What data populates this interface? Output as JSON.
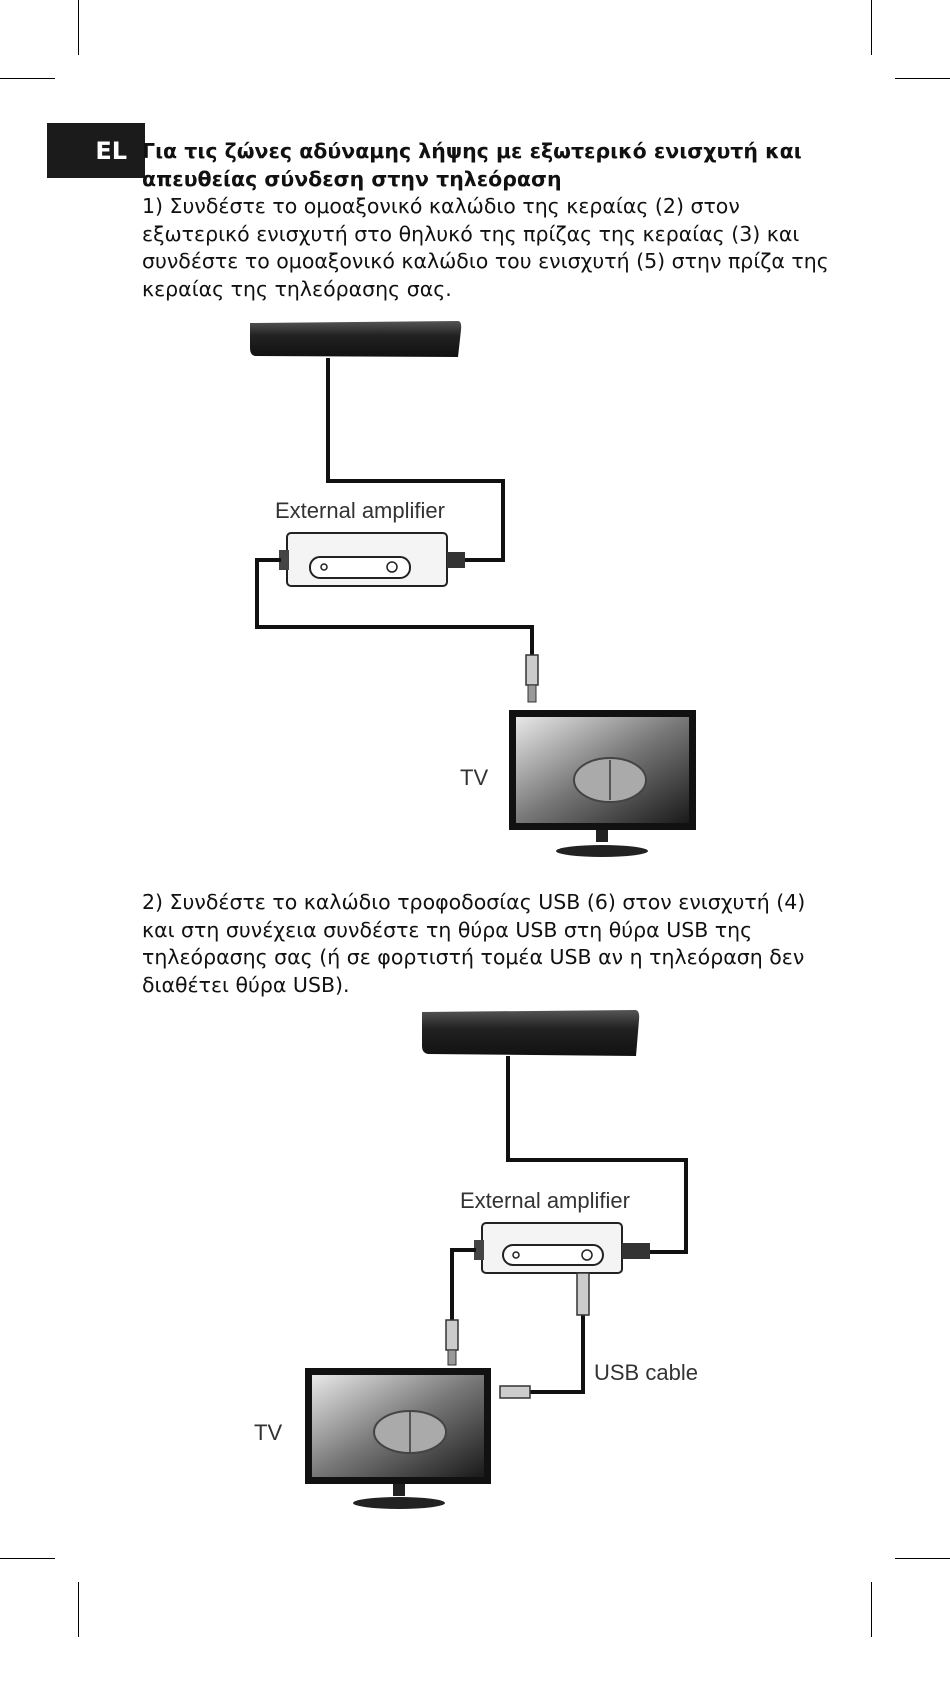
{
  "language_tab": "EL",
  "heading": "Για τις ζώνες αδύναμης λήψης με εξωτερικό ενισχυτή και απευθείας σύνδεση στην τηλεόραση",
  "step1": "1) Συνδέστε το ομοαξονικό καλώδιο της κεραίας (2) στον εξωτερικό ενισχυτή στο θηλυκό της πρίζας της κεραίας (3) και συνδέστε το ομοαξονικό καλώδιο του ενισχυτή (5) στην πρίζα της κεραίας της τηλεόρασης σας.",
  "step2": "2) Συνδέστε το καλώδιο τροφοδοσίας USB (6) στον ενισχυτή (4) και στη συνέχεια συνδέστε τη θύρα USB στη θύρα USB της τηλεόρασης σας (ή σε φορτιστή τομέα USB αν η τηλεόραση δεν διαθέτει θύρα USB).",
  "diagram1": {
    "amplifier_label": "External amplifier",
    "tv_label": "TV"
  },
  "diagram2": {
    "amplifier_label": "External amplifier",
    "usb_label": "USB cable",
    "tv_label": "TV"
  }
}
